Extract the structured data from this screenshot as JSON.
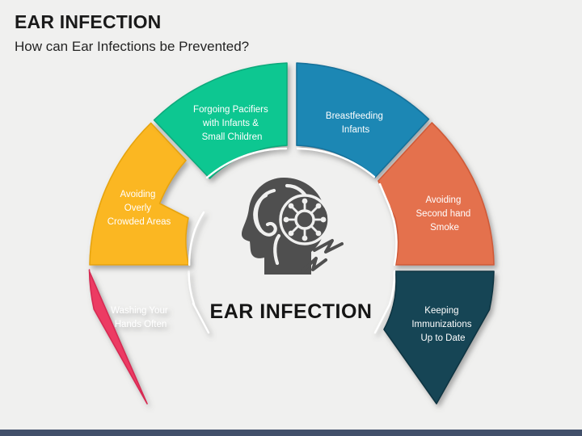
{
  "slide": {
    "title": "EAR INFECTION",
    "subtitle": "How can Ear Infections be Prevented?",
    "background_color": "#f0f0ef",
    "bottom_bar_color": "#42506a"
  },
  "center": {
    "label": "EAR INFECTION",
    "icon": "head-ear-infection-icon",
    "icon_color": "#4f4f4f"
  },
  "chart_data": {
    "type": "pie",
    "title": "How can Ear Infections be Prevented?",
    "variant": "donut-semicircle-6-segment",
    "center_label": "EAR INFECTION",
    "segments": [
      {
        "id": "washing-hands",
        "label": "Washing Your\nHands Often",
        "lines": [
          "Washing Your",
          "Hands Often"
        ],
        "color": "#ec3b64",
        "start_angle": 180,
        "end_angle": 240,
        "pointed_tip": true
      },
      {
        "id": "avoiding-crowded-areas",
        "label": "Avoiding\nOverly\nCrowded Areas",
        "lines": [
          "Avoiding",
          "Overly",
          "Crowded Areas"
        ],
        "color": "#fbb724",
        "start_angle": 240,
        "end_angle": 300,
        "pointed_tip": false
      },
      {
        "id": "forgoing-pacifiers",
        "label": "Forgoing Pacifiers\nwith Infants &\nSmall Children",
        "lines": [
          "Forgoing Pacifiers",
          "with Infants &",
          "Small Children"
        ],
        "color": "#11c791",
        "start_angle": 300,
        "end_angle": 360,
        "pointed_tip": false
      },
      {
        "id": "breastfeeding-infants",
        "label": "Breastfeeding\nInfants",
        "lines": [
          "Breastfeeding",
          "Infants"
        ],
        "color": "#1b87b4",
        "start_angle": 0,
        "end_angle": 60,
        "pointed_tip": false
      },
      {
        "id": "avoiding-second-hand-smoke",
        "label": "Avoiding\nSecond hand\nSmoke",
        "lines": [
          "Avoiding",
          "Second hand",
          "Smoke"
        ],
        "color": "#e4714e",
        "start_angle": 60,
        "end_angle": 120,
        "pointed_tip": false
      },
      {
        "id": "keeping-immunizations",
        "label": "Keeping\nImmunizations\nUp to Date",
        "lines": [
          "Keeping",
          "Immunizations",
          "Up to Date"
        ],
        "color": "#164555",
        "start_angle": 120,
        "end_angle": 180,
        "pointed_tip": true
      }
    ],
    "legend": "none",
    "grid": false
  },
  "labels": {
    "seg0_l0": "Washing Your",
    "seg0_l1": "Hands Often",
    "seg1_l0": "Avoiding",
    "seg1_l1": "Overly",
    "seg1_l2": "Crowded Areas",
    "seg2_l0": "Forgoing Pacifiers",
    "seg2_l1": "with Infants &",
    "seg2_l2": "Small Children",
    "seg3_l0": "Breastfeeding",
    "seg3_l1": "Infants",
    "seg4_l0": "Avoiding",
    "seg4_l1": "Second hand",
    "seg4_l2": "Smoke",
    "seg5_l0": "Keeping",
    "seg5_l1": "Immunizations",
    "seg5_l2": "Up to Date"
  }
}
